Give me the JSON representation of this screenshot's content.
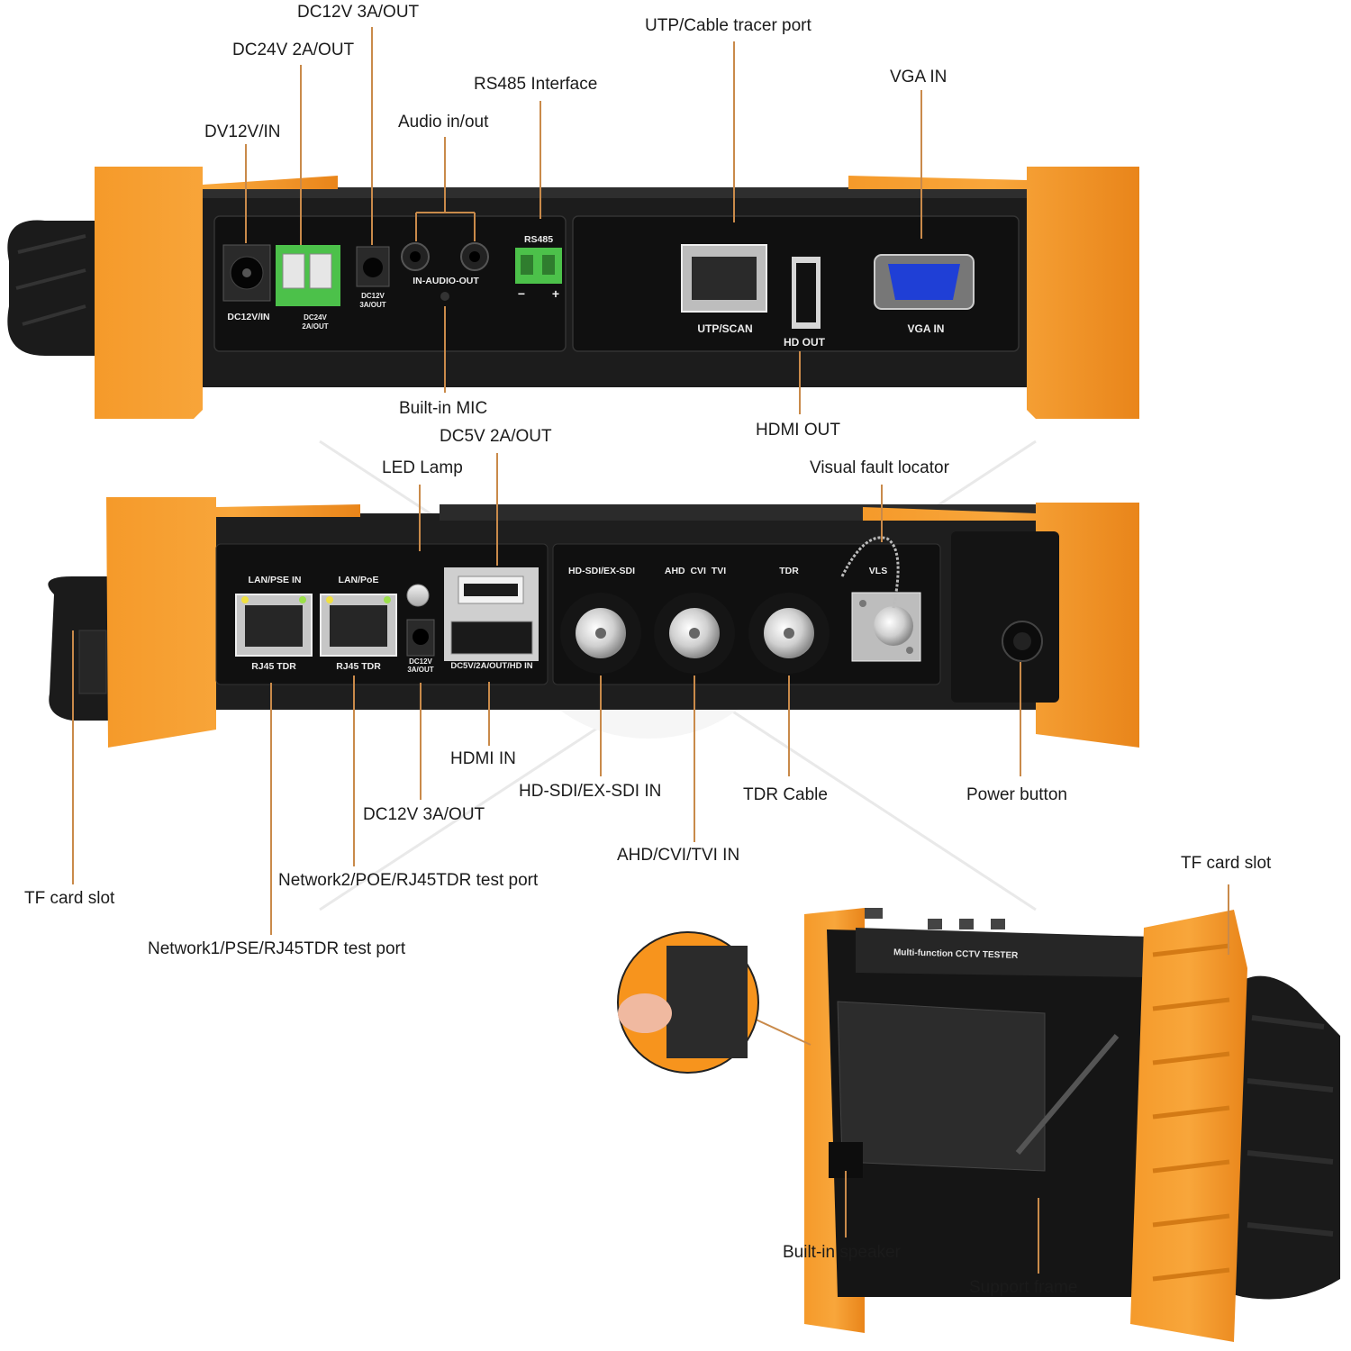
{
  "callouts": {
    "dc12v_3a_out_top": "DC12V 3A/OUT",
    "dc24v_2a_out": "DC24V 2A/OUT",
    "dv12v_in": "DV12V/IN",
    "audio_in_out": "Audio in/out",
    "rs485_interface": "RS485 Interface",
    "utp_cable_tracer_port": "UTP/Cable tracer port",
    "vga_in": "VGA IN",
    "built_in_mic": "Built-in MIC",
    "hdmi_out": "HDMI OUT",
    "dc5v_2a_out": "DC5V 2A/OUT",
    "led_lamp": "LED Lamp",
    "visual_fault_locator": "Visual fault locator",
    "hdmi_in": "HDMI IN",
    "hd_sdi_ex_sdi_in": "HD-SDI/EX-SDI IN",
    "tdr_cable": "TDR Cable",
    "power_button": "Power button",
    "dc12v_3a_out_bottom": "DC12V 3A/OUT",
    "ahd_cvi_tvi_in": "AHD/CVI/TVI IN",
    "tf_card_slot_left": "TF card slot",
    "network2": "Network2/POE/RJ45TDR test port",
    "network1": "Network1/PSE/RJ45TDR test port",
    "tf_card_slot_right": "TF card slot",
    "built_in_speaker": "Built-in speaker",
    "support_frame": "Support frame"
  },
  "top_panel": {
    "dc12v_in": "DC12V/IN",
    "dc24v_line1": "DC24V",
    "dc24v_line2": "2A/OUT",
    "dc12v_line1": "DC12V",
    "dc12v_line2": "3A/OUT",
    "audio": "IN-AUDIO-OUT",
    "rs485": "RS485",
    "minus": "−",
    "plus": "+",
    "utp_scan": "UTP/SCAN",
    "hd_out": "HD OUT",
    "vga_in": "VGA IN"
  },
  "bottom_panel": {
    "lan_pse_in": "LAN/PSE IN",
    "lan_poe": "LAN/PoE",
    "rj45_tdr_1": "RJ45 TDR",
    "rj45_tdr_2": "RJ45 TDR",
    "dc12v_line1": "DC12V",
    "dc12v_line2": "3A/OUT",
    "usb_hdmi": "DC5V/2A/OUT/HD IN",
    "hd_sdi": "HD-SDI/EX-SDI",
    "ahd": "AHD  CVI  TVI",
    "tdr": "TDR",
    "vls": "VLS"
  },
  "device_back": {
    "title": "Multi-function CCTV TESTER"
  },
  "colors": {
    "orange": "#f7941d",
    "body": "#1c1c1c",
    "panel": "#111111",
    "green": "#4cc14a",
    "vga_blue": "#1f3fd6",
    "callout_line": "#c98a4a"
  }
}
